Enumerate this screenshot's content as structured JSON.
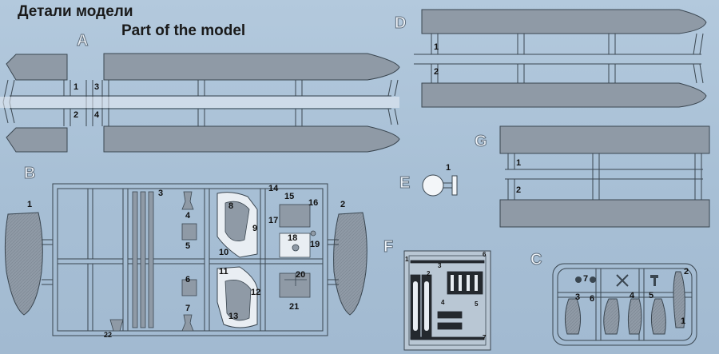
{
  "header": {
    "title_ru": "Детали модели",
    "title_en": "Part of the model"
  },
  "colors": {
    "background": "#aac1d7",
    "part_fill": "#8f9aa6",
    "outline": "#3a4650",
    "sprue_frame": "#eef3f8"
  },
  "sprues": {
    "A": {
      "letter": "A",
      "parts": [
        "1",
        "2",
        "3",
        "4"
      ]
    },
    "B": {
      "letter": "B",
      "parts": [
        "1",
        "2",
        "3",
        "4",
        "5",
        "6",
        "7",
        "8",
        "9",
        "10",
        "11",
        "12",
        "13",
        "14",
        "15",
        "16",
        "17",
        "18",
        "19",
        "20",
        "21",
        "22"
      ]
    },
    "C": {
      "letter": "C",
      "parts": [
        "1",
        "2",
        "3",
        "4",
        "5",
        "6",
        "7"
      ]
    },
    "D": {
      "letter": "D",
      "parts": [
        "1",
        "2"
      ]
    },
    "E": {
      "letter": "E",
      "parts": [
        "1"
      ]
    },
    "F": {
      "letter": "F",
      "parts": [
        "1",
        "2",
        "3",
        "4",
        "5",
        "6",
        "7"
      ]
    },
    "G": {
      "letter": "G",
      "parts": [
        "1",
        "2"
      ]
    }
  }
}
